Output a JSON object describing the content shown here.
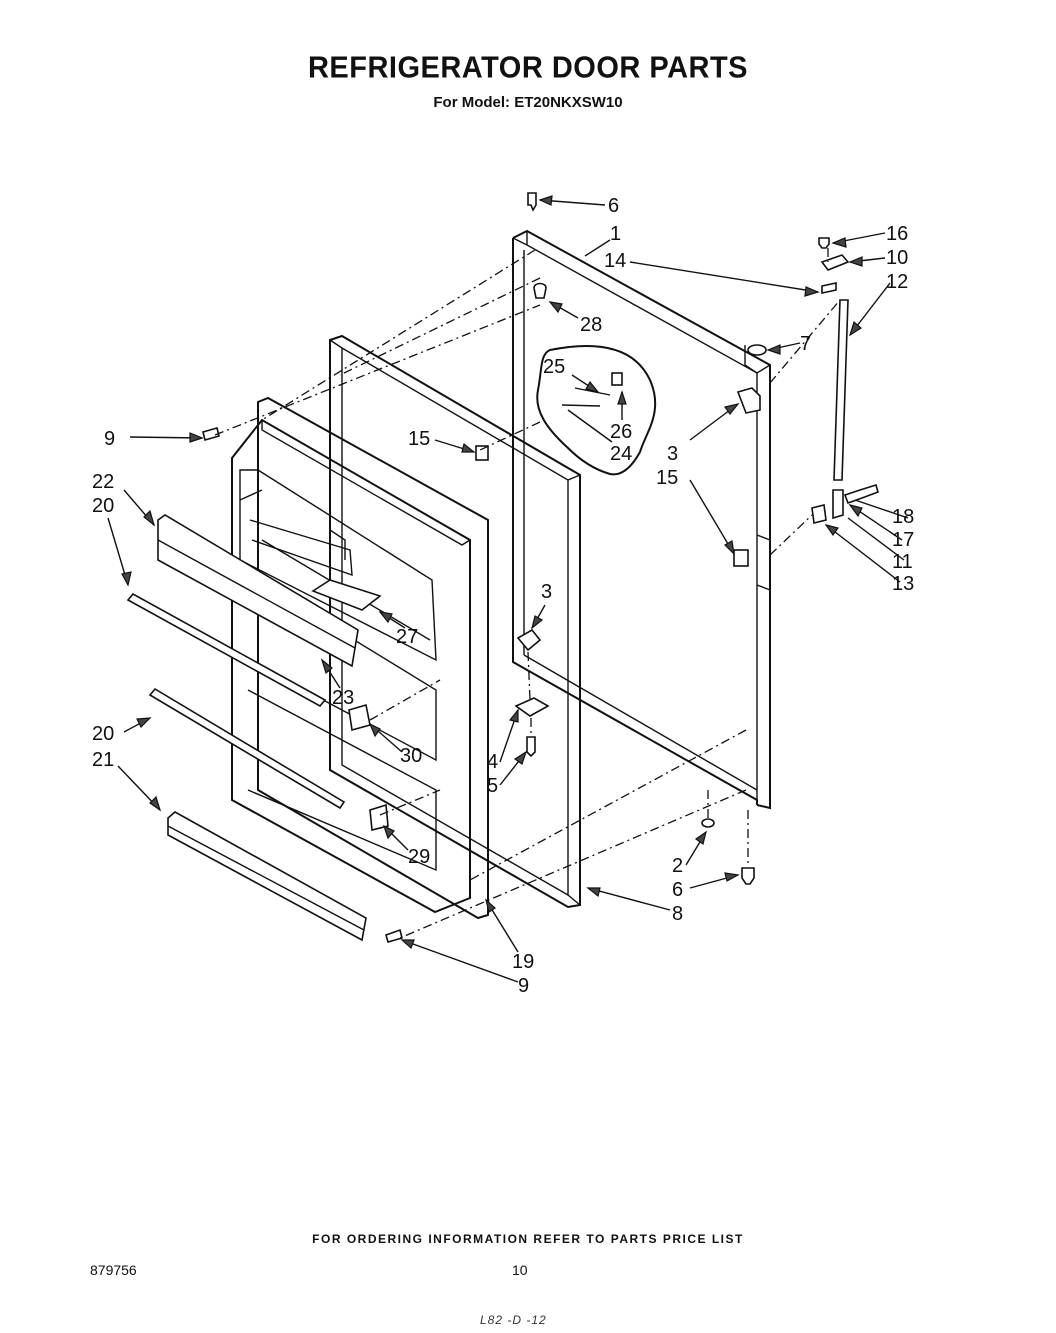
{
  "header": {
    "title": "REFRIGERATOR DOOR PARTS",
    "subtitle": "For Model: ET20NKXSW10"
  },
  "diagram": {
    "callouts": [
      {
        "id": "c6a",
        "text": "6"
      },
      {
        "id": "c1",
        "text": "1"
      },
      {
        "id": "c14",
        "text": "14"
      },
      {
        "id": "c16",
        "text": "16"
      },
      {
        "id": "c10",
        "text": "10"
      },
      {
        "id": "c12",
        "text": "12"
      },
      {
        "id": "c28",
        "text": "28"
      },
      {
        "id": "c7",
        "text": "7"
      },
      {
        "id": "c25",
        "text": "25"
      },
      {
        "id": "c26",
        "text": "26"
      },
      {
        "id": "c24",
        "text": "24"
      },
      {
        "id": "c9a",
        "text": "9"
      },
      {
        "id": "c15a",
        "text": "15"
      },
      {
        "id": "c3a",
        "text": "3"
      },
      {
        "id": "c15b",
        "text": "15"
      },
      {
        "id": "c18",
        "text": "18"
      },
      {
        "id": "c17",
        "text": "17"
      },
      {
        "id": "c11",
        "text": "11"
      },
      {
        "id": "c13",
        "text": "13"
      },
      {
        "id": "c22",
        "text": "22"
      },
      {
        "id": "c20a",
        "text": "20"
      },
      {
        "id": "c27",
        "text": "27"
      },
      {
        "id": "c3b",
        "text": "3"
      },
      {
        "id": "c23",
        "text": "23"
      },
      {
        "id": "c30",
        "text": "30"
      },
      {
        "id": "c20b",
        "text": "20"
      },
      {
        "id": "c21",
        "text": "21"
      },
      {
        "id": "c4",
        "text": "4"
      },
      {
        "id": "c5",
        "text": "5"
      },
      {
        "id": "c29",
        "text": "29"
      },
      {
        "id": "c2",
        "text": "2"
      },
      {
        "id": "c6b",
        "text": "6"
      },
      {
        "id": "c8",
        "text": "8"
      },
      {
        "id": "c19",
        "text": "19"
      },
      {
        "id": "c9b",
        "text": "9"
      }
    ]
  },
  "footer": {
    "note": "FOR ORDERING INFORMATION REFER TO PARTS PRICE LIST",
    "doc_number": "879756",
    "page_number": "10",
    "handwritten": "L82 -D -12"
  }
}
